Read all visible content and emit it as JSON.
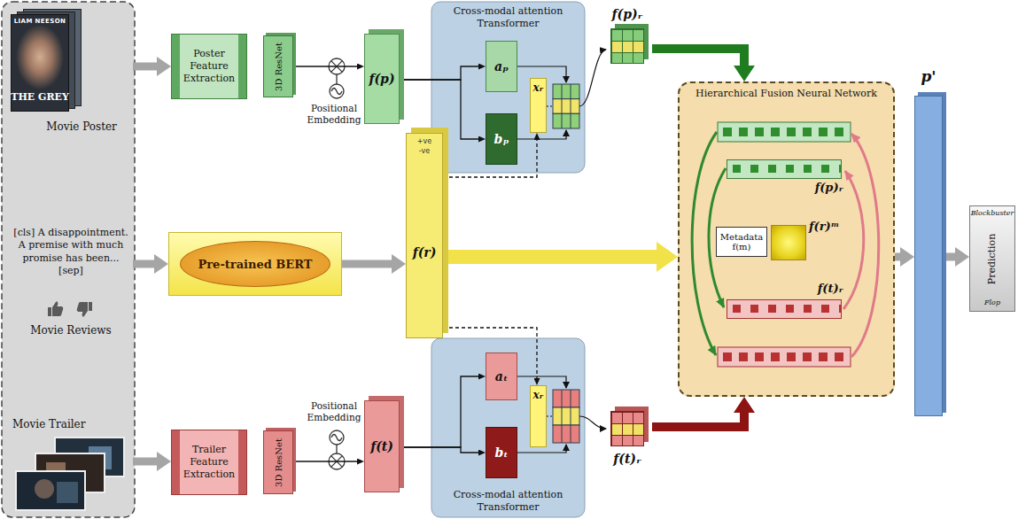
{
  "diagram": {
    "nodes": [
      {
        "text": [
          "LIAM NEESON",
          "THE GREY",
          "Movie Poster"
        ]
      },
      {
        "text": [
          "[cls] A disappointment. A premise with much promise has been... [sep]",
          "Movie Reviews"
        ]
      },
      {
        "text": [
          "Movie Trailer"
        ]
      },
      {
        "text": [
          "Poster Feature Extraction"
        ]
      },
      {
        "text": [
          "3D ResNet"
        ]
      },
      {
        "text": [
          "f(p)"
        ]
      },
      {
        "text": [
          "Cross-modal attention Transformer"
        ]
      },
      {
        "text": [
          "aₚ"
        ],
        "in": 6
      },
      {
        "text": [
          "bₚ"
        ],
        "in": 6
      },
      {
        "text": [
          "xᵣ"
        ],
        "in": 6
      },
      {
        "text": [
          "f(p)ᵣ"
        ]
      },
      {
        "text": [
          "Pre-trained BERT"
        ]
      },
      {
        "text": [
          "+ve",
          "-ve",
          "f(r)"
        ]
      },
      {
        "text": [
          "Trailer Feature Extraction"
        ]
      },
      {
        "text": [
          "3D ResNet"
        ]
      },
      {
        "text": [
          "f(t)"
        ]
      },
      {
        "text": [
          "Cross-modal attention Transformer"
        ]
      },
      {
        "text": [
          "aₜ"
        ],
        "in": 16
      },
      {
        "text": [
          "bₜ"
        ],
        "in": 16
      },
      {
        "text": [
          "xᵣ"
        ],
        "in": 16
      },
      {
        "text": [
          "f(t)ᵣ"
        ]
      },
      {
        "text": [
          "Hierarchical Fusion Neural Network"
        ]
      },
      {
        "text": [
          "f(p)ᵣ"
        ],
        "in": 21
      },
      {
        "text": [
          "Metadata f(m)"
        ],
        "in": 21
      },
      {
        "text": [
          "f(r)ᵐ"
        ],
        "in": 21
      },
      {
        "text": [
          "f(t)ᵣ"
        ],
        "in": 21
      },
      {
        "text": [
          "p'"
        ]
      },
      {
        "text": [
          "Blockbuster",
          "Prediction",
          "Flop"
        ]
      }
    ],
    "edges": [
      {
        "from": 0,
        "to": 3,
        "arrow": "to"
      },
      {
        "from": 4,
        "to": 5,
        "arrow": "to"
      },
      {
        "from": 5,
        "to": 7,
        "arrow": "to"
      },
      {
        "from": 5,
        "to": 8,
        "arrow": "to"
      },
      {
        "from": 12,
        "to": 9,
        "arrow": "to"
      },
      {
        "from": 1,
        "to": 11,
        "arrow": "to"
      },
      {
        "from": 11,
        "to": 12,
        "arrow": "to"
      },
      {
        "from": 12,
        "to": 21,
        "arrow": "to"
      },
      {
        "from": 10,
        "to": 21,
        "arrow": "to"
      },
      {
        "from": 2,
        "to": 13,
        "arrow": "to"
      },
      {
        "from": 14,
        "to": 15,
        "arrow": "to"
      },
      {
        "from": 15,
        "to": 17,
        "arrow": "to"
      },
      {
        "from": 15,
        "to": 18,
        "arrow": "to"
      },
      {
        "from": 12,
        "to": 19,
        "arrow": "to"
      },
      {
        "from": 20,
        "to": 21,
        "arrow": "to"
      },
      {
        "from": 21,
        "to": 26,
        "arrow": "to"
      },
      {
        "from": 26,
        "to": 27,
        "arrow": "to"
      }
    ],
    "labels": [
      "Positional Embedding",
      "Positional Embedding"
    ]
  }
}
